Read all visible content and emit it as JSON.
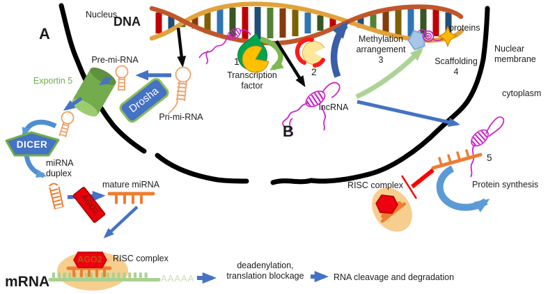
{
  "palette": {
    "membrane": "#000000",
    "arrow_blue": "#4472C4",
    "arrow_dark_blue": "#3A5EA8",
    "arrow_light_blue": "#5B9BD5",
    "green": "#70AD47",
    "light_green": "#A9D18E",
    "magenta": "#CC22CC",
    "orange": "#ED7D31",
    "red": "#E8000D",
    "yellow": "#FFC000",
    "pale_yellow": "#FFE699",
    "tan": "#F7CE8E",
    "dna_strand_light": "#E2A23B",
    "dna_strand_dark": "#C0572A"
  },
  "compartments": {
    "nucleus": "Nucleus",
    "nuclear_membrane": "Nuclear\nmembrane",
    "cytoplasm": "cytoplasm"
  },
  "panels": {
    "a": "A",
    "b": "B"
  },
  "molecules": {
    "dna": "DNA",
    "pre_mi_rna": "Pre-mi-RNA",
    "pri_mi_rna": "Pri-mi-RNA",
    "exportin_5": "Exportin 5",
    "drosha": "Drosha",
    "dicer": "DICER",
    "mirna_duplex": "miRNA\nduplex",
    "ago2": "AGO2",
    "mature_mirna": "mature miRNA",
    "lncrna": "lncRNA",
    "mrna": "mRNA",
    "poly_a_tail": "AAAAA",
    "proteins": "proteins",
    "risc_complex": "RISC complex"
  },
  "steps": {
    "step_1": "1",
    "transcription_factor": "Transcription\nfactor",
    "step_2": "2",
    "methylation": "Methylation\narrangement\n3",
    "scaffolding": "Scaffolding\n4",
    "step_5": "5",
    "protein_synthesis": "Protein synthesis",
    "deadenylation": "deadenylation,\ntranslation blockage",
    "rna_cleavage": "RNA cleavage and degradation"
  }
}
